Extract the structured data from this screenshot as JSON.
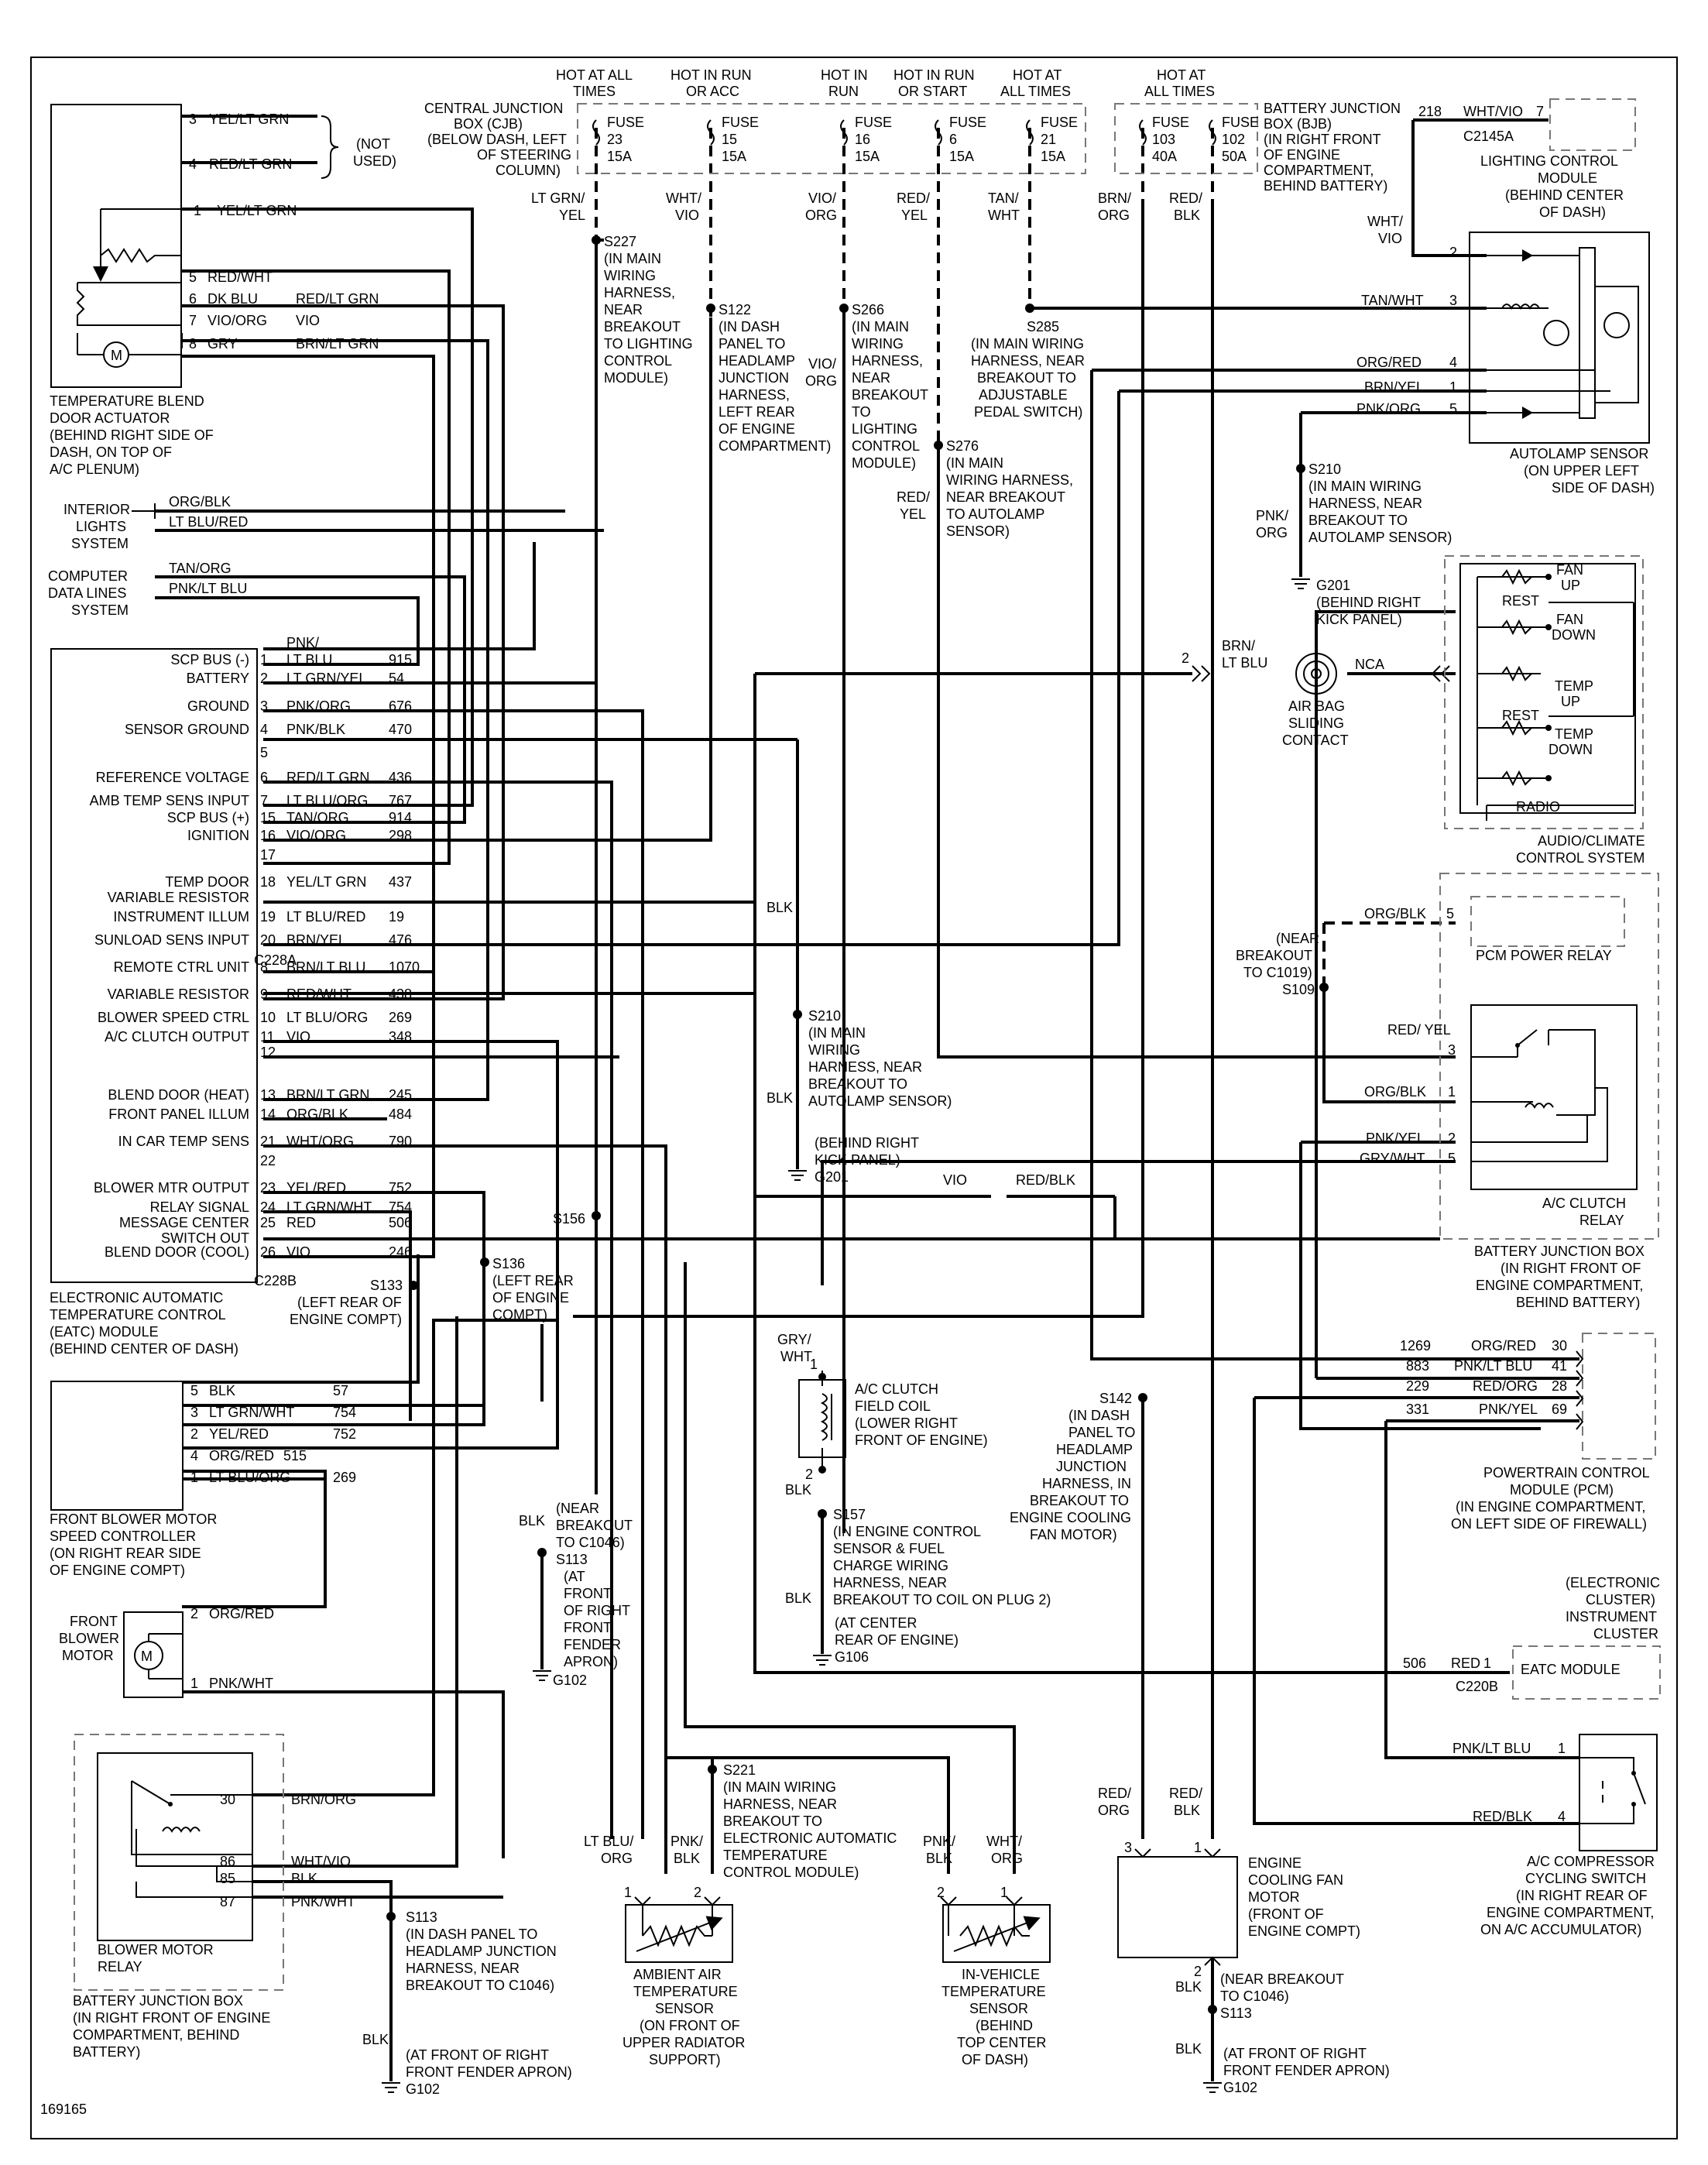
{
  "figure_id": "169165",
  "fuses": {
    "f23": {
      "head": [
        "HOT AT ALL",
        "TIMES"
      ],
      "label": [
        "FUSE",
        "23",
        "15A"
      ]
    },
    "f15": {
      "head": [
        "HOT IN RUN",
        "OR ACC"
      ],
      "label": [
        "FUSE",
        "15",
        "15A"
      ]
    },
    "f16": {
      "head": [
        "HOT IN",
        "RUN"
      ],
      "label": [
        "FUSE",
        "16",
        "15A"
      ]
    },
    "f6": {
      "head": [
        "HOT IN RUN",
        "OR START"
      ],
      "label": [
        "FUSE",
        "6",
        "15A"
      ]
    },
    "f21": {
      "head": [
        "HOT AT",
        "ALL TIMES"
      ],
      "label": [
        "FUSE",
        "21",
        "15A"
      ]
    },
    "bjb_head": [
      "HOT AT",
      "ALL TIMES"
    ],
    "f103": {
      "label": [
        "FUSE",
        "103",
        "40A"
      ]
    },
    "f102": {
      "label": [
        "FUSE",
        "102",
        "50A"
      ]
    }
  },
  "cjb": [
    "CENTRAL JUNCTION",
    "BOX (CJB)",
    "(BELOW DASH, LEFT",
    "OF STEERING",
    "COLUMN)"
  ],
  "bjb": [
    "BATTERY JUNCTION",
    "BOX (BJB)",
    "(IN RIGHT FRONT",
    "OF ENGINE",
    "COMPARTMENT,",
    "BEHIND BATTERY)"
  ],
  "lighting_module": {
    "wire": "WHT/VIO",
    "wire_no": "218",
    "pin": "7",
    "conn": "C2145A",
    "name": [
      "LIGHTING CONTROL",
      "MODULE",
      "(BEHIND CENTER",
      "OF DASH)"
    ]
  },
  "blend_actuator": {
    "pins": [
      {
        "n": "3",
        "color": "YEL/LT GRN"
      },
      {
        "n": "4",
        "color": "RED/LT GRN"
      },
      {
        "n": "1",
        "color": "YEL/LT GRN"
      },
      {
        "n": "5",
        "color": "RED/WHT"
      },
      {
        "n": "6",
        "color": "DK BLU",
        "ext": "RED/LT GRN"
      },
      {
        "n": "7",
        "color": "VIO/ORG",
        "ext": "VIO"
      },
      {
        "n": "8",
        "color": "GRY",
        "ext": "BRN/LT GRN"
      }
    ],
    "not_used": [
      "(NOT",
      "USED)"
    ],
    "motor": "M",
    "name": [
      "TEMPERATURE BLEND",
      "DOOR ACTUATOR",
      "(BEHIND RIGHT SIDE OF",
      "DASH, ON TOP OF",
      "A/C PLENUM)"
    ]
  },
  "interior_lights": {
    "name": [
      "INTERIOR",
      "LIGHTS",
      "SYSTEM"
    ],
    "wires": [
      "ORG/BLK",
      "LT BLU/RED"
    ]
  },
  "data_lines": {
    "name": [
      "COMPUTER",
      "DATA LINES",
      "SYSTEM"
    ],
    "wires": [
      "TAN/ORG",
      "PNK/LT BLU"
    ]
  },
  "eatc": {
    "pins": [
      {
        "label": "SCP BUS (-)",
        "pin": "1",
        "color": "PNK/\nLT BLU",
        "circ": "915"
      },
      {
        "label": "BATTERY",
        "pin": "2",
        "color": "LT GRN/YEL",
        "circ": "54"
      },
      {
        "label": "GROUND",
        "pin": "3",
        "color": "PNK/ORG",
        "circ": "676"
      },
      {
        "label": "SENSOR GROUND",
        "pin": "4",
        "color": "PNK/BLK",
        "circ": "470"
      },
      {
        "label": "",
        "pin": "5",
        "color": "",
        "circ": ""
      },
      {
        "label": "REFERENCE VOLTAGE",
        "pin": "6",
        "color": "RED/LT GRN",
        "circ": "436"
      },
      {
        "label": "AMB TEMP SENS INPUT",
        "pin": "7",
        "color": "LT BLU/ORG",
        "circ": "767"
      },
      {
        "label": "SCP BUS (+)",
        "pin": "15",
        "color": "TAN/ORG",
        "circ": "914"
      },
      {
        "label": "IGNITION",
        "pin": "16",
        "color": "VIO/ORG",
        "circ": "298"
      },
      {
        "label": "",
        "pin": "17",
        "color": "",
        "circ": ""
      },
      {
        "label": "TEMP DOOR",
        "pin": "18",
        "color": "YEL/LT GRN",
        "circ": "437"
      },
      {
        "label": "VARIABLE RESISTOR",
        "pin": "",
        "color": "",
        "circ": ""
      },
      {
        "label": "INSTRUMENT ILLUM",
        "pin": "19",
        "color": "LT BLU/RED",
        "circ": "19"
      },
      {
        "label": "SUNLOAD SENS INPUT",
        "pin": "20",
        "color": "BRN/YEL",
        "circ": "476"
      },
      {
        "label": "REMOTE CTRL UNIT",
        "pin": "8",
        "color": "BRN/LT BLU",
        "circ": "1070"
      },
      {
        "label": "VARIABLE RESISTOR",
        "pin": "9",
        "color": "RED/WHT",
        "circ": "438"
      },
      {
        "label": "BLOWER SPEED CTRL",
        "pin": "10",
        "color": "LT BLU/ORG",
        "circ": "269"
      },
      {
        "label": "A/C CLUTCH OUTPUT",
        "pin": "11",
        "color": "VIO",
        "circ": "348"
      },
      {
        "label": "",
        "pin": "12",
        "color": "",
        "circ": ""
      },
      {
        "label": "BLEND DOOR (HEAT)",
        "pin": "13",
        "color": "BRN/LT GRN",
        "circ": "245"
      },
      {
        "label": "FRONT PANEL ILLUM",
        "pin": "14",
        "color": "ORG/BLK",
        "circ": "484"
      },
      {
        "label": "IN CAR TEMP SENS",
        "pin": "21",
        "color": "WHT/ORG",
        "circ": "790"
      },
      {
        "label": "",
        "pin": "22",
        "color": "",
        "circ": ""
      },
      {
        "label": "BLOWER MTR OUTPUT",
        "pin": "23",
        "color": "YEL/RED",
        "circ": "752"
      },
      {
        "label": "RELAY SIGNAL",
        "pin": "24",
        "color": "LT GRN/WHT",
        "circ": "754"
      },
      {
        "label": "MESSAGE CENTER",
        "pin": "25",
        "color": "RED",
        "circ": "506"
      },
      {
        "label": "SWITCH OUT",
        "pin": "",
        "color": "",
        "circ": ""
      },
      {
        "label": "BLEND DOOR (COOL)",
        "pin": "26",
        "color": "VIO",
        "circ": "246"
      }
    ],
    "conn_a": "C228A",
    "conn_b": "C228B",
    "name": [
      "ELECTRONIC AUTOMATIC",
      "TEMPERATURE CONTROL",
      "(EATC) MODULE",
      "(BEHIND CENTER OF DASH)"
    ]
  },
  "splices": {
    "s227": [
      "S227",
      "(IN MAIN",
      "WIRING",
      "HARNESS,",
      "NEAR",
      "BREAKOUT",
      "TO LIGHTING",
      "CONTROL",
      "MODULE)"
    ],
    "s122": [
      "S122",
      "(IN DASH",
      "PANEL TO",
      "HEADLAMP",
      "JUNCTION",
      "HARNESS,",
      "LEFT REAR",
      "OF ENGINE",
      "COMPARTMENT)"
    ],
    "s266": [
      "S266",
      "(IN MAIN",
      "WIRING",
      "HARNESS,",
      "NEAR",
      "BREAKOUT",
      "TO",
      "LIGHTING",
      "CONTROL",
      "MODULE)"
    ],
    "s285": [
      "S285",
      "(IN MAIN WIRING",
      "HARNESS, NEAR",
      "BREAKOUT TO",
      "ADJUSTABLE",
      "PEDAL SWITCH)"
    ],
    "s276": [
      "S276",
      "(IN MAIN",
      "WIRING HARNESS,",
      "NEAR BREAKOUT",
      "TO AUTOLAMP",
      "SENSOR)"
    ],
    "s210r": [
      "S210",
      "(IN MAIN WIRING",
      "HARNESS, NEAR",
      "BREAKOUT TO",
      "AUTOLAMP SENSOR)"
    ],
    "s210m": [
      "S210",
      "(IN MAIN",
      "WIRING",
      "HARNESS, NEAR",
      "BREAKOUT TO",
      "AUTOLAMP SENSOR)"
    ],
    "g201r": [
      "G201",
      "(BEHIND RIGHT",
      "KICK PANEL)"
    ],
    "g201m": [
      "(BEHIND RIGHT",
      "KICK PANEL)",
      "G201"
    ],
    "s109": [
      "(NEAR",
      "BREAKOUT",
      "TO C1019)",
      "S109"
    ],
    "s133": [
      "S133",
      "(LEFT REAR OF",
      "ENGINE COMPT)"
    ],
    "s136": [
      "S136",
      "(LEFT REAR",
      "OF ENGINE",
      "COMPT)"
    ],
    "s156": "S156",
    "s113a": [
      "BLK",
      "(NEAR",
      "BREAKOUT",
      "TO C1046)",
      "S113"
    ],
    "s113a2": [
      "(AT",
      "FRONT",
      "OF RIGHT",
      "FRONT",
      "FENDER",
      "APRON)"
    ],
    "g102a": "G102",
    "s157": [
      "S157",
      "(IN ENGINE CONTROL",
      "SENSOR & FUEL",
      "CHARGE WIRING",
      "HARNESS, NEAR",
      "BREAKOUT TO COIL ON PLUG 2)"
    ],
    "g106": [
      "(AT CENTER",
      "REAR OF ENGINE)",
      "G106"
    ],
    "s142": [
      "S142",
      "(IN DASH",
      "PANEL TO",
      "HEADLAMP",
      "JUNCTION",
      "HARNESS, IN",
      "BREAKOUT TO",
      "ENGINE COOLING",
      "FAN MOTOR)"
    ],
    "s221": [
      "S221",
      "(IN MAIN WIRING",
      "HARNESS, NEAR",
      "BREAKOUT TO",
      "ELECTRONIC AUTOMATIC",
      "TEMPERATURE",
      "CONTROL MODULE)"
    ],
    "s113b": [
      "S113",
      "(IN DASH PANEL TO",
      "HEADLAMP JUNCTION",
      "HARNESS, NEAR",
      "BREAKOUT TO C1046)"
    ],
    "g102b": [
      "(AT FRONT OF RIGHT",
      "FRONT FENDER APRON)",
      "G102"
    ],
    "s113c": [
      "(NEAR BREAKOUT",
      "TO C1046)",
      "S113"
    ],
    "g102c": [
      "(AT FRONT OF RIGHT",
      "FRONT FENDER APRON)",
      "G102"
    ]
  },
  "wire_labels": {
    "ltgrn_yel": [
      "LT GRN/",
      "YEL"
    ],
    "wht_vio": [
      "WHT/",
      "VIO"
    ],
    "vio_org": [
      "VIO/",
      "ORG"
    ],
    "vio_org2": [
      "VIO/",
      "ORG"
    ],
    "red_yel": [
      "RED/",
      "YEL"
    ],
    "red_yel2": [
      "RED/",
      "YEL"
    ],
    "tan_wht": [
      "TAN/",
      "WHT"
    ],
    "brn_org": [
      "BRN/",
      "ORG"
    ],
    "red_blk": [
      "RED/",
      "BLK"
    ],
    "wht_vio2": [
      "WHT/",
      "VIO"
    ],
    "pnk_org": [
      "PNK/",
      "ORG"
    ],
    "blk1": "BLK",
    "blk2": "BLK",
    "vio": "VIO",
    "red_blk2": "RED/BLK",
    "gry_wht": [
      "GRY/",
      "WHT"
    ],
    "blk3": "BLK",
    "blk4": "BLK",
    "ltblu_org": [
      "LT BLU/",
      "ORG"
    ],
    "pnk_blk": [
      "PNK/",
      "BLK"
    ],
    "pnk_blk2": [
      "PNK/",
      "BLK"
    ],
    "wht_org": [
      "WHT/",
      "ORG"
    ],
    "red_org": [
      "RED/",
      "ORG"
    ],
    "red_blk3": [
      "RED/",
      "BLK"
    ],
    "blk5": "BLK",
    "blk6": "BLK",
    "blk7": "BLK",
    "brn_ltblu": [
      "BRN/",
      "LT BLU"
    ]
  },
  "autolamp": {
    "pins": [
      {
        "n": "2",
        "color": ""
      },
      {
        "n": "3",
        "color": "TAN/WHT"
      },
      {
        "n": "4",
        "color": "ORG/RED"
      },
      {
        "n": "1",
        "color": "BRN/YEL"
      },
      {
        "n": "5",
        "color": "PNK/ORG"
      }
    ],
    "name": [
      "AUTOLAMP SENSOR",
      "(ON UPPER LEFT",
      "SIDE OF DASH)"
    ]
  },
  "airbag": {
    "pin": "2",
    "nca": "NCA",
    "name": [
      "AIR BAG",
      "SLIDING",
      "CONTACT"
    ]
  },
  "audio": {
    "labels": [
      "FAN",
      "UP",
      "REST",
      "FAN",
      "DOWN",
      "TEMP",
      "UP",
      "REST",
      "TEMP",
      "DOWN",
      "RADIO"
    ],
    "name": [
      "AUDIO/CLIMATE",
      "CONTROL SYSTEM"
    ]
  },
  "pcm_relay": {
    "wire": "ORG/BLK",
    "pin": "5",
    "name": "PCM POWER RELAY"
  },
  "ac_relay": {
    "pins": [
      {
        "n": "3",
        "color": "RED/\nYEL"
      },
      {
        "n": "1",
        "color": "ORG/BLK"
      },
      {
        "n": "2",
        "color": "PNK/YEL"
      },
      {
        "n": "5",
        "color": "GRY/WHT"
      }
    ],
    "name": [
      "A/C CLUTCH",
      "RELAY"
    ],
    "bjb": [
      "BATTERY JUNCTION BOX",
      "(IN RIGHT FRONT OF",
      "ENGINE COMPARTMENT,",
      "BEHIND BATTERY)"
    ]
  },
  "pcm": {
    "pins": [
      {
        "circ": "1269",
        "color": "ORG/RED",
        "n": "30"
      },
      {
        "circ": "883",
        "color": "PNK/LT BLU",
        "n": "41"
      },
      {
        "circ": "229",
        "color": "RED/ORG",
        "n": "28"
      },
      {
        "circ": "331",
        "color": "PNK/YEL",
        "n": "69"
      }
    ],
    "name": [
      "POWERTRAIN CONTROL",
      "MODULE (PCM)",
      "(IN ENGINE COMPARTMENT,",
      "ON LEFT SIDE OF FIREWALL)"
    ]
  },
  "cluster": {
    "head": [
      "(ELECTRONIC",
      "CLUSTER)",
      "INSTRUMENT",
      "CLUSTER"
    ],
    "circ": "506",
    "color": "RED",
    "pin": "1",
    "conn": "C220B",
    "name": "EATC MODULE"
  },
  "ac_clutch_coil": {
    "pin1": "1",
    "pin2": "2",
    "name": [
      "A/C CLUTCH",
      "FIELD COIL",
      "(LOWER RIGHT",
      "FRONT OF ENGINE)"
    ]
  },
  "ac_cycling": {
    "pins": [
      {
        "n": "1",
        "color": "PNK/LT BLU"
      },
      {
        "n": "4",
        "color": "RED/BLK"
      }
    ],
    "name": [
      "A/C COMPRESSOR",
      "CYCLING SWITCH",
      "(IN RIGHT REAR OF",
      "ENGINE COMPARTMENT,",
      "ON A/C ACCUMULATOR)"
    ]
  },
  "blower_ctrl": {
    "pins": [
      {
        "n": "5",
        "color": "BLK",
        "circ": "57"
      },
      {
        "n": "3",
        "color": "LT GRN/WHT",
        "circ": "754"
      },
      {
        "n": "2",
        "color": "YEL/RED",
        "circ": "752"
      },
      {
        "n": "4",
        "color": "ORG/RED",
        "circ": "515"
      },
      {
        "n": "1",
        "color": "LT BLU/ORG",
        "circ": "269"
      }
    ],
    "name": [
      "FRONT BLOWER MOTOR",
      "SPEED CONTROLLER",
      "(ON RIGHT REAR SIDE",
      "OF ENGINE COMPT)"
    ]
  },
  "blower_motor": {
    "name": [
      "FRONT",
      "BLOWER",
      "MOTOR"
    ],
    "pins": [
      {
        "n": "2",
        "color": "ORG/RED"
      },
      {
        "n": "1",
        "color": "PNK/WHT"
      }
    ],
    "symbol": "M"
  },
  "blower_relay": {
    "pins": [
      {
        "n": "30",
        "color": "BRN/ORG"
      },
      {
        "n": "86",
        "color": "WHT/VIO"
      },
      {
        "n": "85",
        "color": "BLK"
      },
      {
        "n": "87",
        "color": "PNK/WHT"
      }
    ],
    "name": [
      "BLOWER MOTOR",
      "RELAY"
    ],
    "bjb": [
      "BATTERY JUNCTION BOX",
      "(IN RIGHT FRONT OF ENGINE",
      "COMPARTMENT, BEHIND",
      "BATTERY)"
    ]
  },
  "ambient_sensor": {
    "pins": [
      "1",
      "2"
    ],
    "name": [
      "AMBIENT AIR",
      "TEMPERATURE",
      "SENSOR",
      "(ON FRONT OF",
      "UPPER RADIATOR",
      "SUPPORT)"
    ]
  },
  "invehicle_sensor": {
    "pins": [
      "2",
      "1"
    ],
    "name": [
      "IN-VEHICLE",
      "TEMPERATURE",
      "SENSOR",
      "(BEHIND",
      "TOP CENTER",
      "OF DASH)"
    ]
  },
  "fan_motor": {
    "pins": [
      "3",
      "1",
      "2"
    ],
    "name": [
      "ENGINE",
      "COOLING FAN",
      "MOTOR",
      "(FRONT OF",
      "ENGINE COMPT)"
    ]
  }
}
